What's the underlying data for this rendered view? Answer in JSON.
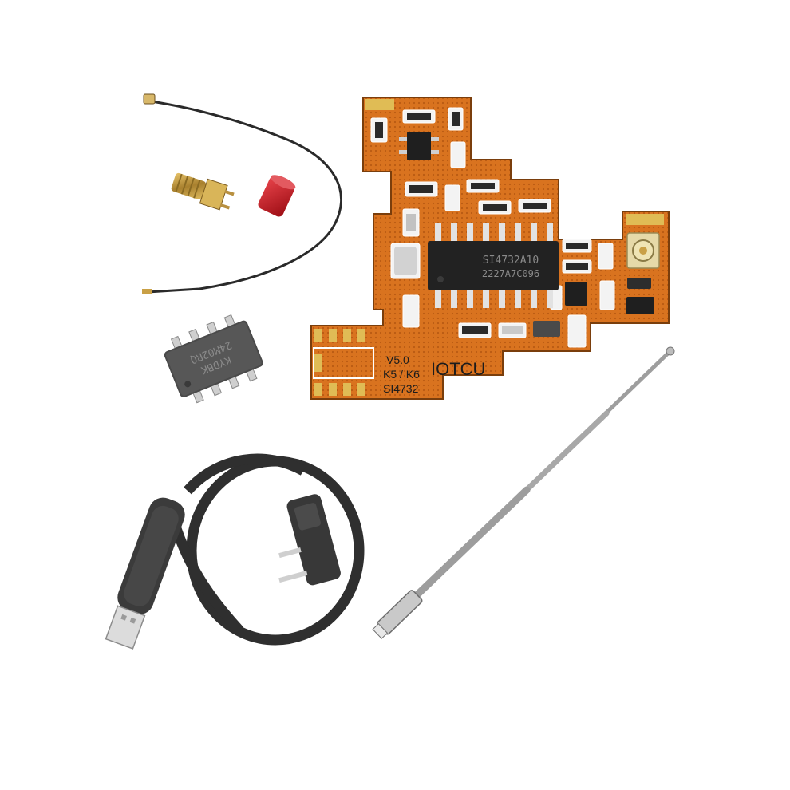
{
  "product_photo": {
    "pcb_board": {
      "version_label": "V5.0",
      "model_label": "K5 / K6",
      "chip_label": "SI4732",
      "brand_label": "IOTCU",
      "main_ic_line1": "SI4732A10",
      "main_ic_line2": "2227A7C096"
    },
    "eeprom_chip": {
      "marking_line1": "24M02RQ",
      "marking_line2": "KYDBK"
    },
    "components": [
      "pigtail-antenna-cable",
      "sma-connector",
      "red-dust-cap",
      "eeprom-chip",
      "usb-programming-cable",
      "telescopic-antenna"
    ],
    "colors": {
      "background": "#ffffff",
      "pcb": "#d9731f",
      "cable": "#2f2f2f",
      "cap": "#c8151e",
      "connector": "#c9a046",
      "antenna": "#c4c4c4"
    }
  }
}
